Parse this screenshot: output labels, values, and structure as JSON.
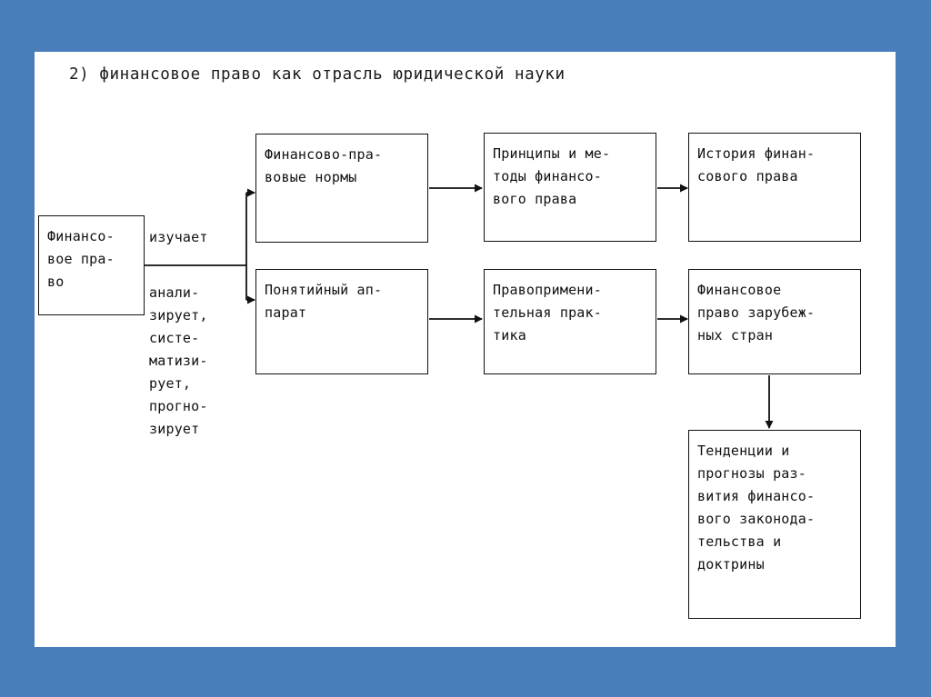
{
  "slide": {
    "title": "2) финансовое право как отрасль юридической науки",
    "background_color": "#4a7ebb",
    "panel_color": "#ffffff",
    "line_color": "#111111"
  },
  "root": {
    "label": "Финансо-\nвое пра-\nво"
  },
  "edge_labels": {
    "upper": "изучает",
    "lower": "анали-\nзирует,\nсисте-\nматизи-\nрует,\nпрогно-\nзирует"
  },
  "row1": [
    {
      "label": "Финансово-пра-\nвовые нормы"
    },
    {
      "label": "Принципы и ме-\nтоды финансо-\nвого права"
    },
    {
      "label": "История финан-\nсового права"
    }
  ],
  "row2": [
    {
      "label": "Понятийный ап-\nпарат"
    },
    {
      "label": "Правопримени-\nтельная прак-\nтика"
    },
    {
      "label": "Финансовое\nправо зарубеж-\nных стран"
    }
  ],
  "row3": [
    {
      "label": "Тенденции и\nпрогнозы раз-\nвития финансо-\nвого законода-\nтельства и\nдоктрины"
    }
  ]
}
